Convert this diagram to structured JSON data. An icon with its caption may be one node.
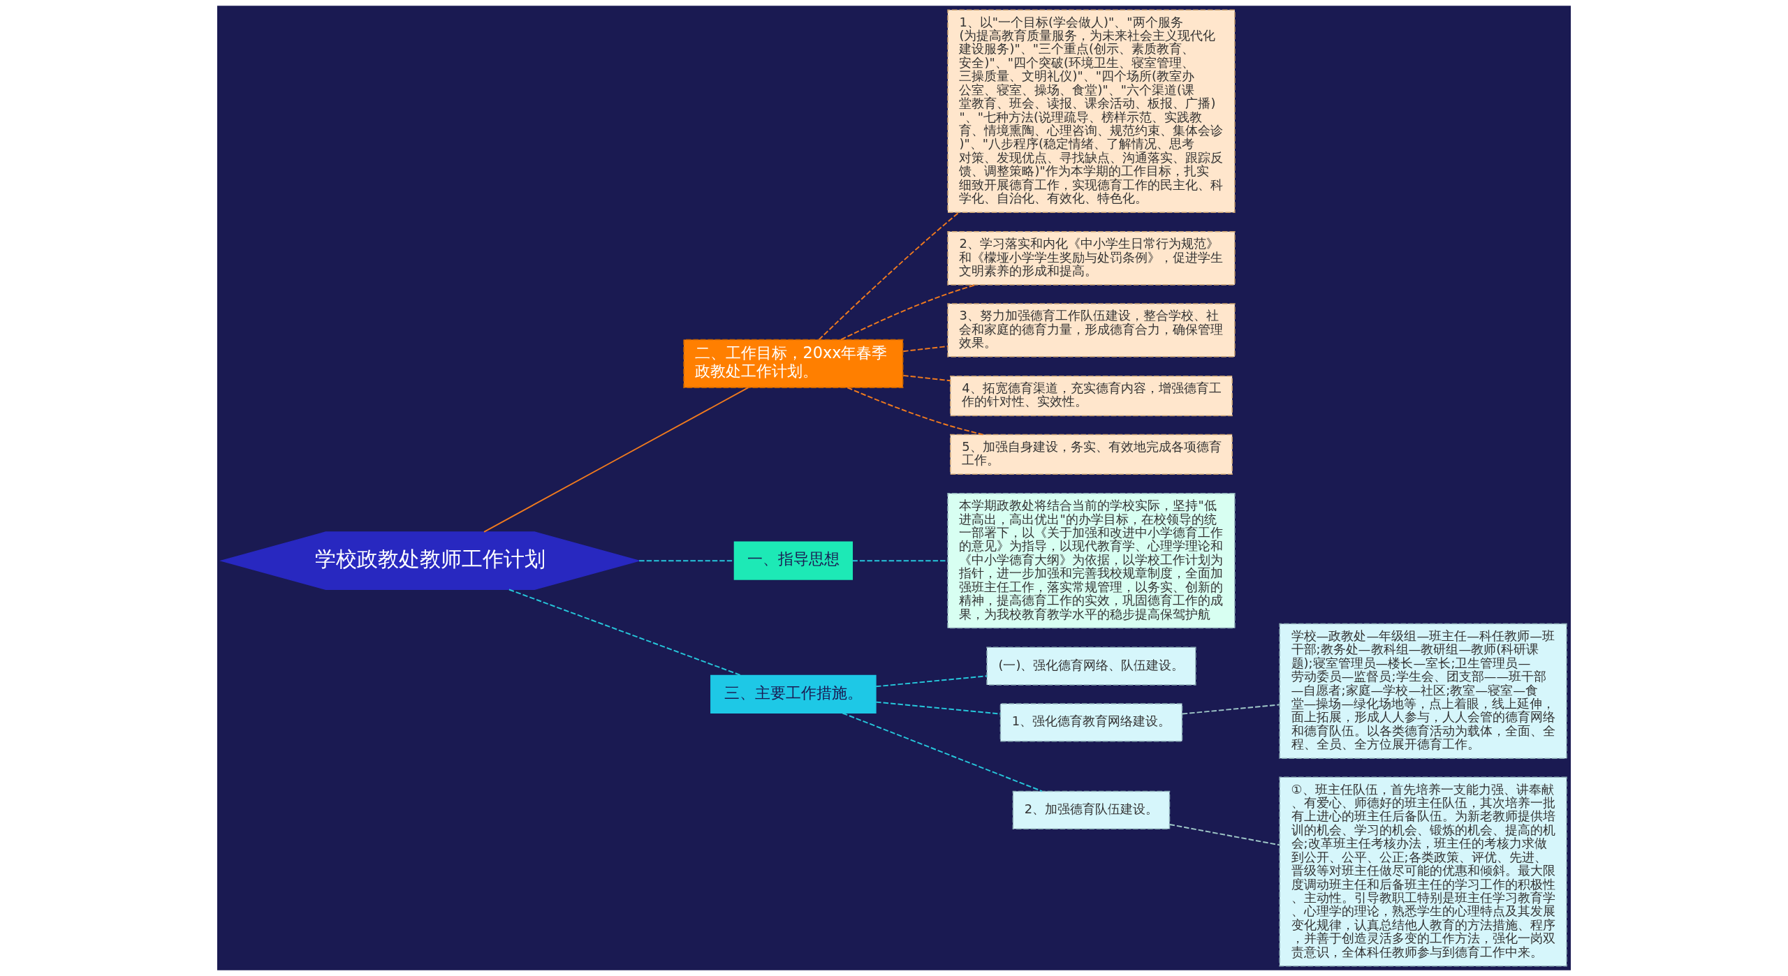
{
  "diagram": {
    "nodes": [
      {
        "text": [
          "学校政教处教师工作计划"
        ]
      },
      {
        "text": [
          "二、工作目标，20xx年春季政教处工作计划。"
        ]
      },
      {
        "text": [
          "1、以\"一个目标(学会做人)\"、\"两个服务(为提高教育质量服务，为未来社会主义现代化建设服务)\"、\"三个重点(创示、素质教育、安全)\"、\"四个突破(环境卫生、寝室管理、三操质量、文明礼仪)\"、\"四个场所(教室办公室、寝室、操场、食堂)\"、\"六个渠道(课堂教育、班会、读报、课余活动、板报、广播)\"、\"七种方法(说理疏导、榜样示范、实践教育、情境熏陶、心理咨询、规范约束、集体会诊)\"、\"八步程序(稳定情绪、了解情况、思考对策、发现优点、寻找缺点、沟通落实、跟踪反馈、调整策略)\"作为本学期的工作目标，扎实细致开展德育工作，实现德育工作的民主化、科学化、自治化、有效化、特色化。"
        ]
      },
      {
        "text": [
          "2、学习落实和内化《中小学生日常行为规范》和《檬垭小学学生奖励与处罚条例》，促进学生文明素养的形成和提高。"
        ]
      },
      {
        "text": [
          "3、努力加强德育工作队伍建设，整合学校、社会和家庭的德育力量，形成德育合力，确保管理效果。"
        ]
      },
      {
        "text": [
          "4、拓宽德育渠道，充实德育内容，增强德育工作的针对性、实效性。"
        ]
      },
      {
        "text": [
          "5、加强自身建设，务实、有效地完成各项德育工作。"
        ]
      },
      {
        "text": [
          "一、指导思想"
        ]
      },
      {
        "text": [
          "本学期政教处将结合当前的学校实际，坚持\"低进高出，高出优出\"的办学目标，在校领导的统一部署下，以《关于加强和改进中小学德育工作的意见》为指导，以现代教育学、心理学理论和《中小学德育大纲》为依据，以学校工作计划为指针，进一步加强和完善我校规章制度，全面加强班主任工作，落实常规管理，以务实、创新的精神，提高德育工作的实效，巩固德育工作的成果，为我校教育教学水平的稳步提高保驾护航"
        ]
      },
      {
        "text": [
          "三、主要工作措施。"
        ]
      },
      {
        "text": [
          "(一)、强化德育网络、队伍建设。"
        ]
      },
      {
        "text": [
          "1、强化德育教育网络建设。"
        ]
      },
      {
        "text": [
          "学校—政教处—年级组—班主任—科任教师—班干部;教务处—教科组—教研组—教师(科研课题);寝室管理员—楼长—室长;卫生管理员—劳动委员—监督员;学生会、团支部——班干部—自愿者;家庭—学校—社区;教室—寝室—食堂—操场—绿化场地等，点上着眼，线上延伸，面上拓展，形成人人参与，人人会管的德育网络和德育队伍。以各类德育活动为载体，全面、全程、全员、全方位展开德育工作。"
        ]
      },
      {
        "text": [
          "2、加强德育队伍建设。"
        ]
      },
      {
        "text": [
          "①、班主任队伍，首先培养一支能力强、讲奉献、有爱心、师德好的班主任队伍，其次培养一批有上进心的班主任后备队伍。为新老教师提供培训的机会、学习的机会、锻炼的机会、提高的机会;改革班主任考核办法，班主任的考核力求做到公开、公平、公正;各类政策、评优、先进、晋级等对班主任做尽可能的优惠和倾斜。最大限度调动班主任和后备班主任的学习工作的积极性、主动性。引导教职工特别是班主任学习教育学、心理学的理论，熟悉学生的心理特点及其发展变化规律，认真总结他人教育的方法措施、程序，并善于创造灵活多变的工作方法，强化一岗双责意识，全体科任教师参与到德育工作中来。"
        ]
      }
    ],
    "edges": [
      {
        "from": 0,
        "to": 1,
        "arrow": "none",
        "color": "#f07a1e"
      },
      {
        "from": 1,
        "to": 2,
        "arrow": "none",
        "style": "dashed",
        "color": "#f07a1e"
      },
      {
        "from": 1,
        "to": 3,
        "arrow": "none",
        "style": "dashed",
        "color": "#f07a1e"
      },
      {
        "from": 1,
        "to": 4,
        "arrow": "none",
        "style": "dashed",
        "color": "#f07a1e"
      },
      {
        "from": 1,
        "to": 5,
        "arrow": "none",
        "style": "dashed",
        "color": "#f07a1e"
      },
      {
        "from": 1,
        "to": 6,
        "arrow": "none",
        "style": "dashed",
        "color": "#f07a1e"
      },
      {
        "from": 0,
        "to": 7,
        "arrow": "none",
        "style": "dashed",
        "color": "#26c6da"
      },
      {
        "from": 7,
        "to": 8,
        "arrow": "none",
        "style": "dashed",
        "color": "#26c6da"
      },
      {
        "from": 0,
        "to": 9,
        "arrow": "none",
        "style": "dashed",
        "color": "#26c6da"
      },
      {
        "from": 9,
        "to": 10,
        "arrow": "none",
        "style": "dashed",
        "color": "#26c6da"
      },
      {
        "from": 9,
        "to": 11,
        "arrow": "none",
        "style": "dashed",
        "color": "#26c6da"
      },
      {
        "from": 11,
        "to": 12,
        "arrow": "none",
        "style": "dashed",
        "color": "#9fc7c7"
      },
      {
        "from": 9,
        "to": 13,
        "arrow": "none",
        "style": "dashed",
        "color": "#26c6da"
      },
      {
        "from": 13,
        "to": 14,
        "arrow": "none",
        "style": "dashed",
        "color": "#9fc7c7"
      }
    ]
  }
}
